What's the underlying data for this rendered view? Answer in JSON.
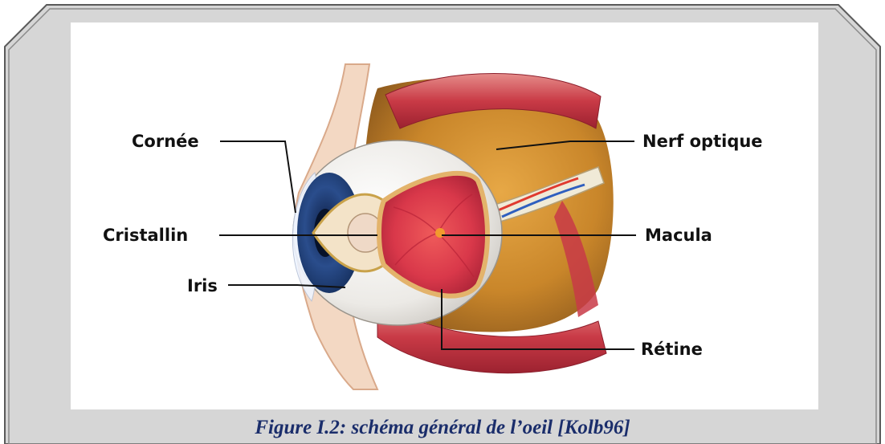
{
  "figure": {
    "caption": "Figure I.2: schéma général de l’oeil [Kolb96]",
    "labels": {
      "cornea": "Cornée",
      "lens": "Cristallin",
      "iris": "Iris",
      "optic_nerve": "Nerf optique",
      "macula": "Macula",
      "retina": "Rétine"
    }
  },
  "colors": {
    "frame_fill": "#d6d6d6",
    "frame_border": "#5a5a5a",
    "panel": "#ffffff",
    "caption": "#1a2d6b",
    "muscle": "#c8424c",
    "fat": "#cf8a2a",
    "retina": "#d9384a",
    "iris": "#1f3f7a",
    "sclera": "#f1f1ee",
    "lens": "#f3e3c8"
  }
}
